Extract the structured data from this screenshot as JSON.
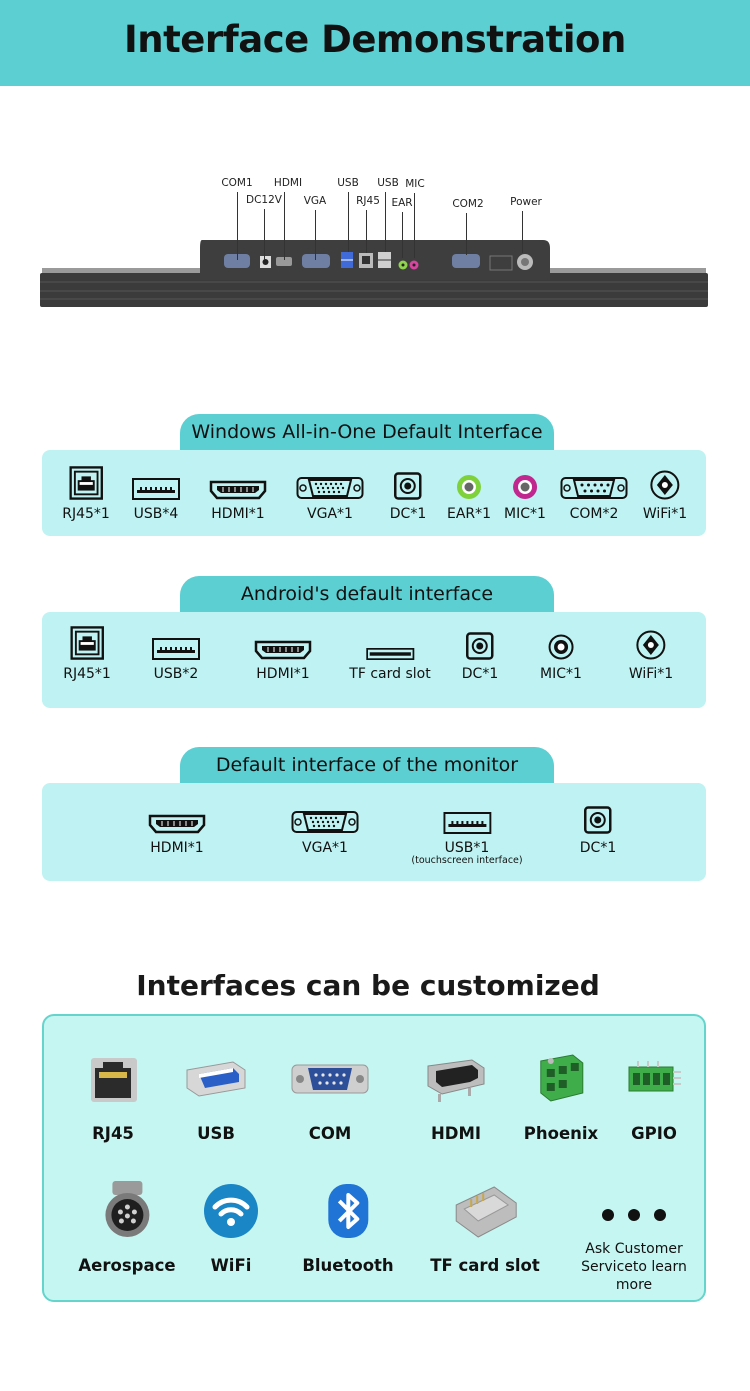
{
  "header": {
    "title": "Interface Demonstration"
  },
  "device": {
    "ports": [
      "COM1",
      "DC12V",
      "HDMI",
      "VGA",
      "USB",
      "RJ45",
      "USB",
      "MIC",
      "EAR",
      "COM2",
      "Power"
    ]
  },
  "windows": {
    "title": "Windows All-in-One Default Interface",
    "items": [
      {
        "icon": "rj45-icon",
        "label": "RJ45*1"
      },
      {
        "icon": "usb-icon",
        "label": "USB*4"
      },
      {
        "icon": "hdmi-icon",
        "label": "HDMI*1"
      },
      {
        "icon": "vga-icon",
        "label": "VGA*1"
      },
      {
        "icon": "dc-icon",
        "label": "DC*1"
      },
      {
        "icon": "ear-icon",
        "label": "EAR*1"
      },
      {
        "icon": "mic-icon",
        "label": "MIC*1"
      },
      {
        "icon": "com-icon",
        "label": "COM*2"
      },
      {
        "icon": "wifi-icon",
        "label": "WiFi*1"
      }
    ]
  },
  "android": {
    "title": "Android's default interface",
    "items": [
      {
        "icon": "rj45-icon",
        "label": "RJ45*1"
      },
      {
        "icon": "usb-icon",
        "label": "USB*2"
      },
      {
        "icon": "hdmi-icon",
        "label": "HDMI*1"
      },
      {
        "icon": "tf-card-icon",
        "label": "TF card slot"
      },
      {
        "icon": "dc-icon",
        "label": "DC*1"
      },
      {
        "icon": "mic-icon",
        "label": "MIC*1"
      },
      {
        "icon": "wifi-icon",
        "label": "WiFi*1"
      }
    ]
  },
  "monitor": {
    "title": "Default interface of the monitor",
    "items": [
      {
        "icon": "hdmi-icon",
        "label": "HDMI*1"
      },
      {
        "icon": "vga-icon",
        "label": "VGA*1"
      },
      {
        "icon": "usb-icon",
        "label": "USB*1",
        "note": "(touchscreen interface)"
      },
      {
        "icon": "dc-icon",
        "label": "DC*1"
      }
    ]
  },
  "custom": {
    "title": "Interfaces can be customized",
    "items": [
      {
        "icon": "rj45-connector-icon",
        "label": "RJ45"
      },
      {
        "icon": "usb-connector-icon",
        "label": "USB"
      },
      {
        "icon": "com-connector-icon",
        "label": "COM"
      },
      {
        "icon": "hdmi-connector-icon",
        "label": "HDMI"
      },
      {
        "icon": "phoenix-connector-icon",
        "label": "Phoenix"
      },
      {
        "icon": "gpio-connector-icon",
        "label": "GPIO"
      },
      {
        "icon": "aerospace-connector-icon",
        "label": "Aerospace"
      },
      {
        "icon": "wifi-logo-icon",
        "label": "WiFi"
      },
      {
        "icon": "bluetooth-logo-icon",
        "label": "Bluetooth"
      },
      {
        "icon": "tf-card-slot-icon",
        "label": "TF card slot"
      }
    ],
    "more": "Ask Customer Serviceto learn more"
  },
  "colors": {
    "accent": "#5ccfd3",
    "panel": "#bff2f2",
    "ear": "#7fd13b",
    "mic": "#c0288f",
    "bluetooth": "#1f74d6"
  }
}
